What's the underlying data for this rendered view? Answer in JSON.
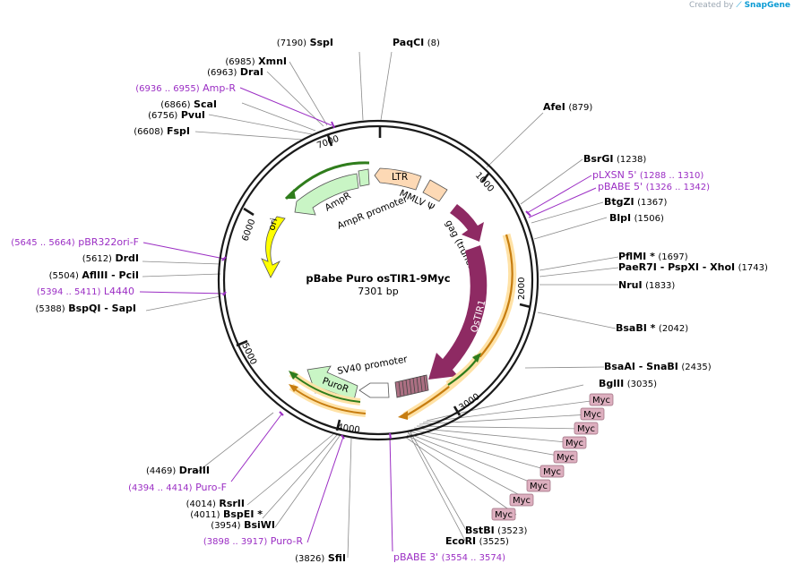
{
  "credit": {
    "prefix": "Created by",
    "brand": "SnapGene"
  },
  "plasmid": {
    "name": "pBabe Puro osTIR1-9Myc",
    "size": "7301 bp"
  },
  "ticks": [
    {
      "pos": "1000"
    },
    {
      "pos": "2000"
    },
    {
      "pos": "3000"
    },
    {
      "pos": "4000"
    },
    {
      "pos": "5000"
    },
    {
      "pos": "6000"
    },
    {
      "pos": "7000"
    }
  ],
  "features": {
    "ltr": "LTR",
    "mmlv": "MMLV Ψ",
    "gag": "gag (truncated)",
    "ostir1": "OsTIR1",
    "sv40": "SV40 promoter",
    "puror": "PuroR",
    "ampr": "AmpR",
    "ampr_promoter": "AmpR promoter",
    "ori": "ori",
    "myc": "Myc"
  },
  "labels": [
    {
      "pos": "(7190)",
      "name": "SspI"
    },
    {
      "name": "PaqCI",
      "pos": "(8)"
    },
    {
      "pos": "(6985)",
      "name": "XmnI"
    },
    {
      "pos": "(6963)",
      "name": "DraI"
    },
    {
      "primer": true,
      "pos": "(6936 .. 6955)",
      "name": "Amp-R"
    },
    {
      "pos": "(6866)",
      "name": "ScaI"
    },
    {
      "pos": "(6756)",
      "name": "PvuI"
    },
    {
      "pos": "(6608)",
      "name": "FspI"
    },
    {
      "name": "AfeI",
      "pos": "(879)"
    },
    {
      "name": "BsrGI",
      "pos": "(1238)"
    },
    {
      "primer": true,
      "name": "pLXSN 5'",
      "pos": "(1288 .. 1310)"
    },
    {
      "primer": true,
      "name": "pBABE 5'",
      "pos": "(1326 .. 1342)"
    },
    {
      "name": "BtgZI",
      "pos": "(1367)"
    },
    {
      "name": "BlpI",
      "pos": "(1506)"
    },
    {
      "name": "PflMI *",
      "pos": "(1697)"
    },
    {
      "name": "PaeR7I - PspXI - XhoI",
      "pos": "(1743)"
    },
    {
      "name": "NruI",
      "pos": "(1833)"
    },
    {
      "name": "BsaBI *",
      "pos": "(2042)"
    },
    {
      "name": "BsaAI - SnaBI",
      "pos": "(2435)"
    },
    {
      "name": "BglII",
      "pos": "(3035)"
    },
    {
      "primer": true,
      "pos": "(5645 .. 5664)",
      "name": "pBR322ori-F"
    },
    {
      "pos": "(5612)",
      "name": "DrdI"
    },
    {
      "pos": "(5504)",
      "name": "AflIII - PciI"
    },
    {
      "primer": true,
      "pos": "(5394 .. 5411)",
      "name": "L4440"
    },
    {
      "pos": "(5388)",
      "name": "BspQI - SapI"
    },
    {
      "pos": "(4469)",
      "name": "DraIII"
    },
    {
      "primer": true,
      "pos": "(4394 .. 4414)",
      "name": "Puro-F"
    },
    {
      "pos": "(4014)",
      "name": "RsrII"
    },
    {
      "pos": "(4011)",
      "name": "BspEI *"
    },
    {
      "pos": "(3954)",
      "name": "BsiWI"
    },
    {
      "primer": true,
      "pos": "(3898 .. 3917)",
      "name": "Puro-R"
    },
    {
      "pos": "(3826)",
      "name": "SfiI"
    },
    {
      "primer": true,
      "name": "pBABE 3'",
      "pos": "(3554 .. 3574)"
    },
    {
      "name": "EcoRI",
      "pos": "(3525)"
    },
    {
      "name": "BstBI",
      "pos": "(3523)"
    }
  ],
  "colors": {
    "backbone": "#1a1a1a",
    "primer": "#9b2ec4",
    "ostir1": "#8e2a63",
    "gag": "#8e2a63",
    "ltr": "#fdd9b5",
    "ampr": "#c9f5c5",
    "ori": "#ffff00",
    "myc": "#ddafbf",
    "orf_line_green": "#2f7d1c",
    "orf_line_orange": "#c77d10",
    "orf_glow": "#ffe2a6"
  }
}
